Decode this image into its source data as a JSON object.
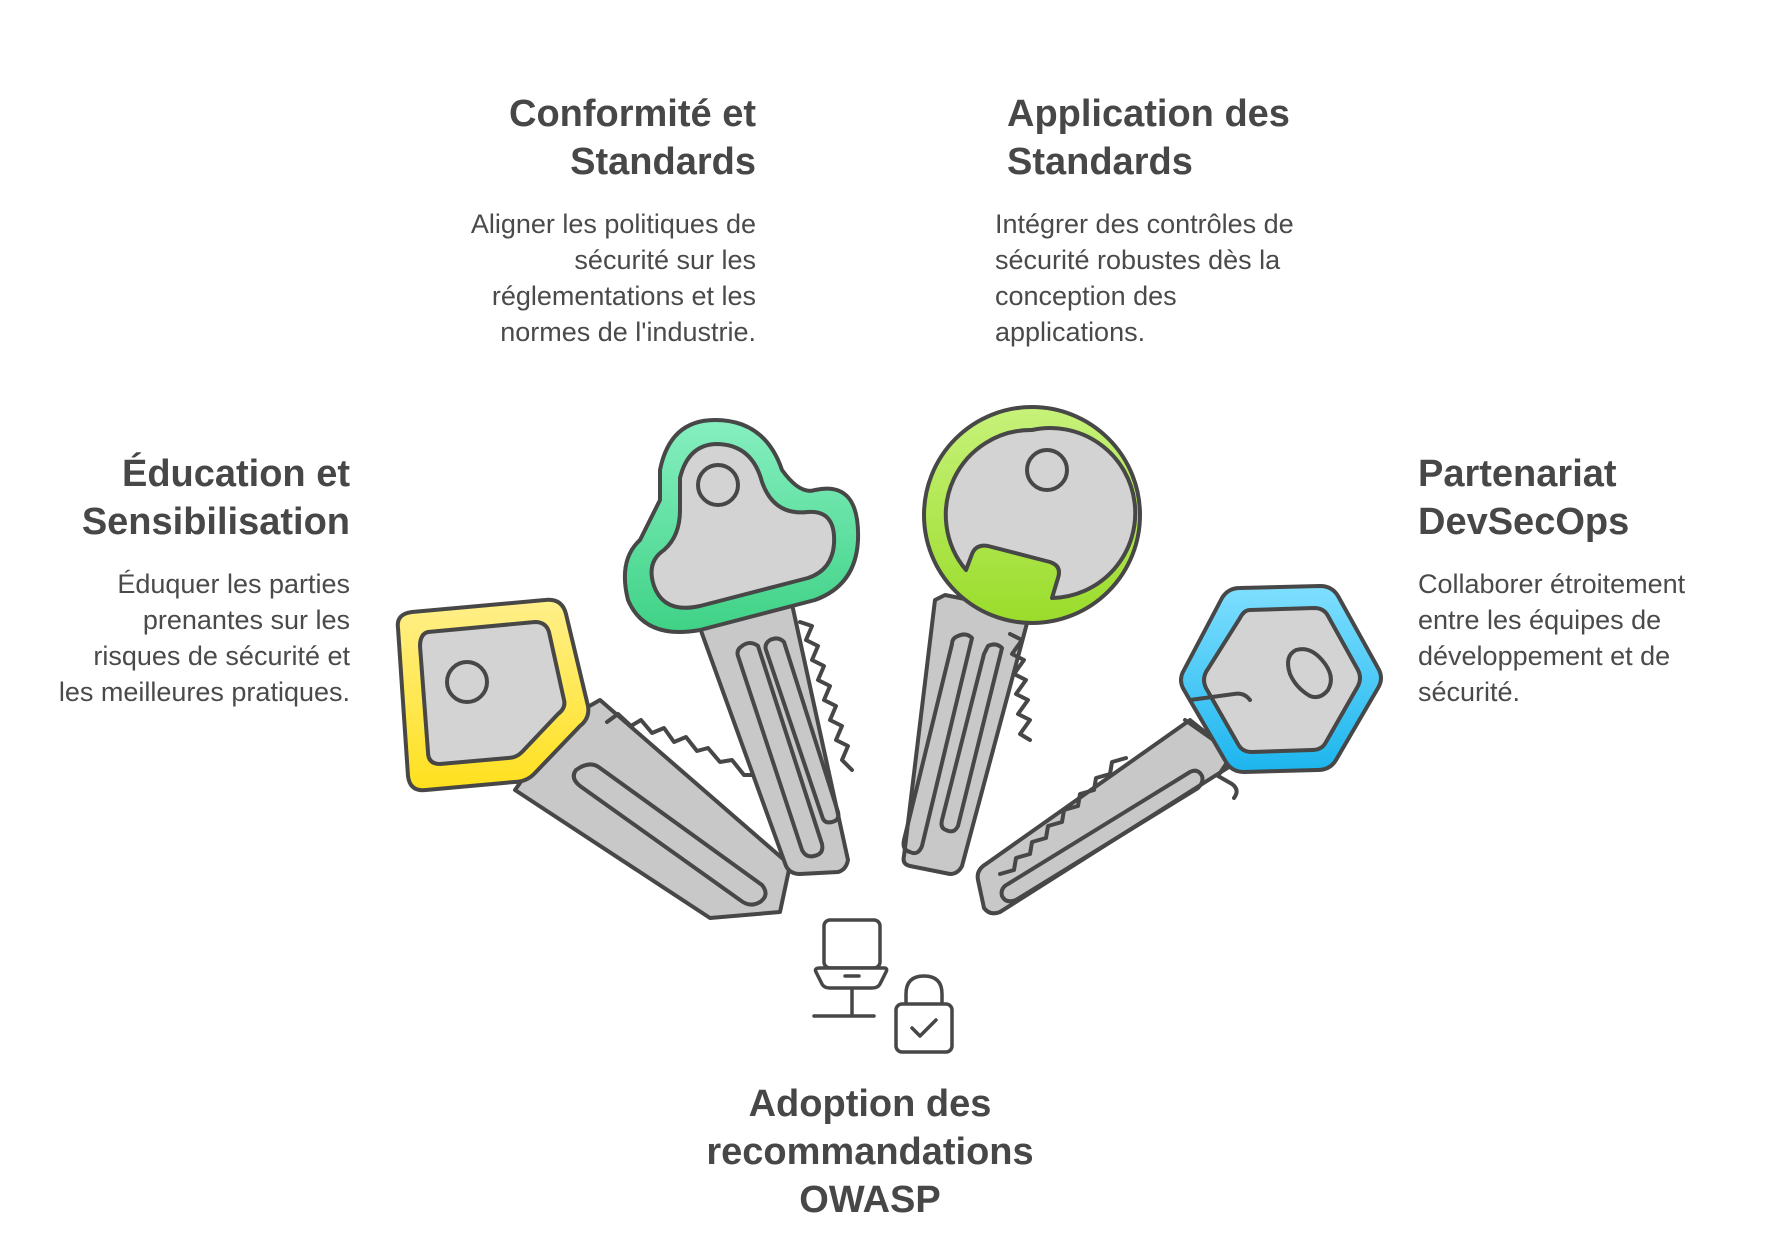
{
  "colors": {
    "yellow": "#FFE033",
    "green": "#5ADB9A",
    "lime": "#A6E03A",
    "blue": "#2DBEF2",
    "key_gray": "#C8C8C8",
    "outline": "#474747"
  },
  "items": [
    {
      "id": "education",
      "title_lines": [
        "Éducation et",
        "Sensibilisation"
      ],
      "desc_lines": [
        "Éduquer les parties",
        "prenantes sur les",
        "risques de sécurité et",
        "les meilleures pratiques."
      ],
      "icon": "key-square-yellow-icon"
    },
    {
      "id": "conformite",
      "title_lines": [
        "Conformité et",
        "Standards"
      ],
      "desc_lines": [
        "Aligner les politiques de",
        "sécurité sur les",
        "réglementations et les",
        "normes de l'industrie."
      ],
      "icon": "key-cloud-green-icon"
    },
    {
      "id": "application",
      "title_lines": [
        "Application des",
        "Standards"
      ],
      "desc_lines": [
        "Intégrer des contrôles de",
        "sécurité robustes dès la",
        "conception des",
        "applications."
      ],
      "icon": "key-round-lime-icon"
    },
    {
      "id": "partenariat",
      "title_lines": [
        "Partenariat",
        "DevSecOps"
      ],
      "desc_lines": [
        "Collaborer étroitement",
        "entre les équipes de",
        "développement et de",
        "sécurité."
      ],
      "icon": "key-hexagon-blue-icon"
    }
  ],
  "center": {
    "title_lines": [
      "Adoption des",
      "recommandations",
      "OWASP"
    ],
    "icon": "laptop-lock-icon"
  }
}
